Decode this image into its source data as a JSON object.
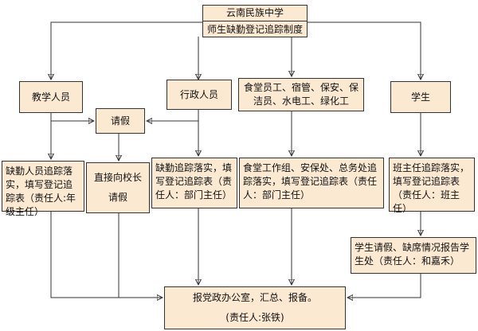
{
  "header": {
    "line1": "云南民族中学",
    "line2": "师生缺勤登记追踪制度"
  },
  "nodes": {
    "teachers": "教学人员",
    "leave": "请假",
    "admin": "行政人员",
    "staff": "食堂员工、宿管、保安、保洁员、水电工、绿化工",
    "students": "学生",
    "teachers_track": "缺勤人员追踪落实，填写登记追踪表（责任人:年级主任）",
    "leave_to_principal_line1": "直接向校长",
    "leave_to_principal_line2": "请假",
    "admin_track": "缺勤追踪落实，填写登记追踪表（责任人：部门主任）",
    "staff_track": "食堂工作组、安保处、总务处追踪落实，填写登记追踪表（责任人：部门主任）",
    "students_track": "班主任追踪落实，填写登记追踪表（责任人：班主任）",
    "student_report": "学生请假、缺席情况报告学生处（责任人：和嘉禾）",
    "final_line1": "报党政办公室，汇总、报备。",
    "final_line2": "(责任人:张铁)"
  }
}
